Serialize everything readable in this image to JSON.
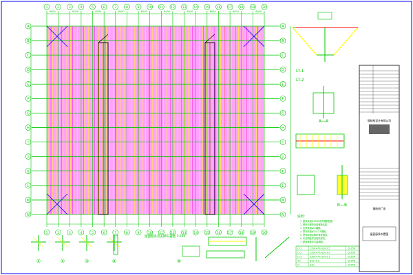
{
  "drawing": {
    "background": "#ffffff",
    "frame_color": "#0000ff",
    "colors": {
      "grid": "#00c800",
      "grid_fill": "#ff99ff",
      "purlin": "#ffff00",
      "beam": "#ff00ff",
      "brace": "#0000ff",
      "dims": "#00c800",
      "detail": "#00c800",
      "text": "#00c800",
      "title_block": "#000000",
      "red": "#ff0000",
      "white": "#ffffff"
    },
    "grid_columns": [
      "1",
      "2",
      "3",
      "4",
      "5",
      "6",
      "7",
      "8",
      "9",
      "10",
      "11",
      "12",
      "13",
      "14",
      "15",
      "16",
      "17",
      "18",
      "19",
      "20"
    ],
    "grid_rows": [
      "A",
      "B",
      "C",
      "D",
      "E",
      "F",
      "G",
      "H",
      "I",
      "J",
      "K",
      "L",
      "M",
      "N"
    ]
  },
  "plan_title": "屋面檩条及支撑布置图 1:200",
  "section_labels": {
    "l1": "LT-1",
    "l2": "LT-2",
    "a": "A—A",
    "b": "B—B",
    "detail_1": "①",
    "detail_2": "②",
    "detail_3": "③",
    "detail_4": "④",
    "detail_5": "⑤"
  },
  "notes": {
    "title": "说明：",
    "lines": [
      "1. 檩条采用Q235B冷弯薄壁型钢。",
      "2. 檩条与檩托采用螺栓连接。",
      "3. 拉条采用φ12圆钢。",
      "4. 撑杆采用φ32×2.5钢管。",
      "5. 檩条除锈后刷防锈漆两道。",
      "6. 未注明处详见相关规范。",
      "7. 屋面坡度详见建施图。"
    ]
  },
  "schedule": {
    "rows": [
      [
        "LT-1",
        "C220×75×20×2.5",
        "Q235B"
      ],
      [
        "LT-2",
        "C220×75×20×3.0",
        "Q235B"
      ],
      [
        "LT-3",
        "C200×70×20×2.5",
        "Q235B"
      ],
      [
        "XG",
        "φ32×2.5",
        "Q235B"
      ],
      [
        "LT",
        "φ12",
        "Q235B"
      ]
    ]
  },
  "title_block": {
    "company": "钢结构设计有限公司",
    "drawing_name": "屋面檩条布置图",
    "project": "钢结构厂房"
  }
}
